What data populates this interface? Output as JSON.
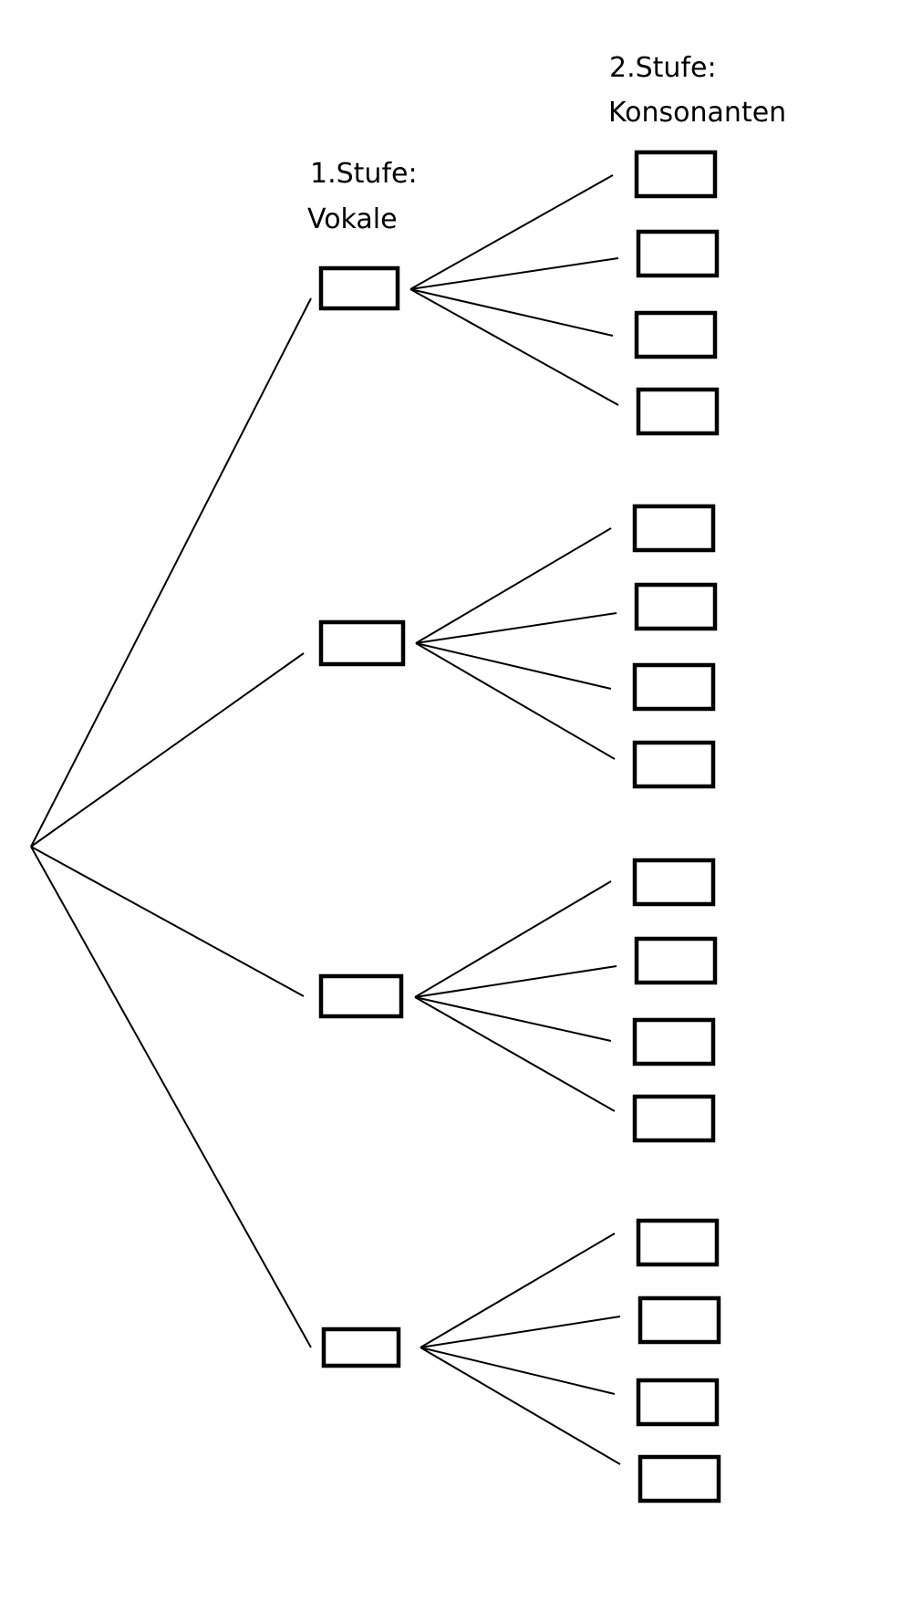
{
  "labels": {
    "level1_line1": "1.Stufe:",
    "level1_line2": "Vokale",
    "level2_line1": "2.Stufe:",
    "level2_line2": "Konsonanten"
  },
  "tree": {
    "root": "",
    "level1": [
      {
        "value": "",
        "level2": [
          "",
          "",
          "",
          ""
        ]
      },
      {
        "value": "",
        "level2": [
          "",
          "",
          "",
          ""
        ]
      },
      {
        "value": "",
        "level2": [
          "",
          "",
          "",
          ""
        ]
      },
      {
        "value": "",
        "level2": [
          "",
          "",
          "",
          ""
        ]
      }
    ]
  }
}
